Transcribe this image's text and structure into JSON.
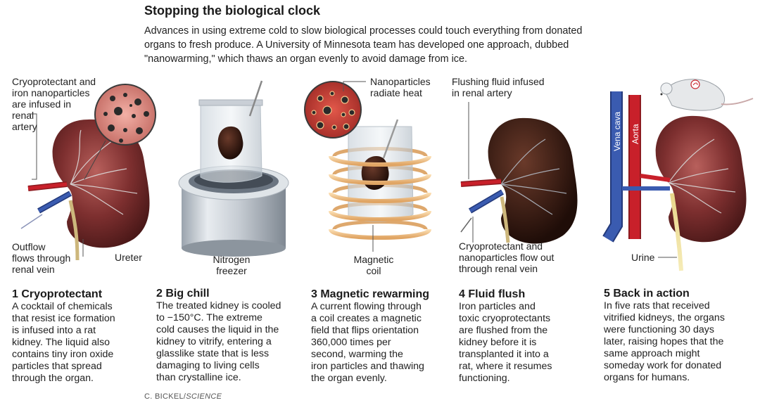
{
  "header": {
    "title": "Stopping the biological clock",
    "intro": "Advances in using extreme cold to slow biological processes could touch everything from donated organs to fresh produce. A University of Minnesota team has developed one approach, dubbed \"nanowarming,\" which thaws an organ evenly to avoid damage from ice."
  },
  "labels": {
    "cryo_infused": [
      "Cryoprotectant and",
      "iron nanoparticles",
      "are infused in",
      "renal",
      "artery"
    ],
    "outflow": [
      "Outflow",
      "flows through",
      "renal vein"
    ],
    "ureter": "Ureter",
    "nitrogen": [
      "Nitrogen",
      "freezer"
    ],
    "nano_radiate": [
      "Nanoparticles",
      "radiate heat"
    ],
    "magnetic_coil": [
      "Magnetic",
      "coil"
    ],
    "flushing_fluid": [
      "Flushing fluid infused",
      "in renal artery"
    ],
    "cryo_flow_out": [
      "Cryoprotectant and",
      "nanoparticles flow out",
      "through renal vein"
    ],
    "vena_cava": "Vena cava",
    "aorta": "Aorta",
    "urine": "Urine"
  },
  "steps": [
    {
      "heading": "1 Cryoprotectant",
      "lines": [
        "A cocktail of chemicals",
        "that resist ice formation",
        "is infused into a rat",
        "kidney. The liquid also",
        "contains tiny iron oxide",
        "particles that spread",
        "through the organ."
      ]
    },
    {
      "heading": "2 Big chill",
      "lines": [
        "The treated kidney is cooled",
        "to −150°C. The extreme",
        "cold causes the liquid in the",
        "kidney to vitrify, entering a",
        "glasslike state that is less",
        "damaging to living cells",
        "than crystalline ice."
      ]
    },
    {
      "heading": "3 Magnetic rewarming",
      "lines": [
        "A current flowing through",
        "a coil creates a magnetic",
        "field that flips orientation",
        "360,000 times per",
        "second, warming the",
        "iron particles and thawing",
        "the organ evenly."
      ]
    },
    {
      "heading": "4 Fluid flush",
      "lines": [
        "Iron particles and",
        "toxic cryoprotectants",
        "are flushed from the",
        "kidney before it is",
        "transplanted it into a",
        "rat, where it resumes",
        "functioning."
      ]
    },
    {
      "heading": "5 Back in action",
      "lines": [
        "In five rats that received",
        "vitrified kidneys, the organs",
        "were functioning 30 days",
        "later, raising hopes that the",
        "same approach might",
        "someday work for donated",
        "organs for humans."
      ]
    }
  ],
  "credit": {
    "author": "C. BICKEL/",
    "source": "SCIENCE"
  },
  "colors": {
    "kidney": "#7a2e2e",
    "artery": "#c8202a",
    "vein": "#2f4fa0",
    "coil": "#f3c98c",
    "ureter": "#d9c58a"
  }
}
